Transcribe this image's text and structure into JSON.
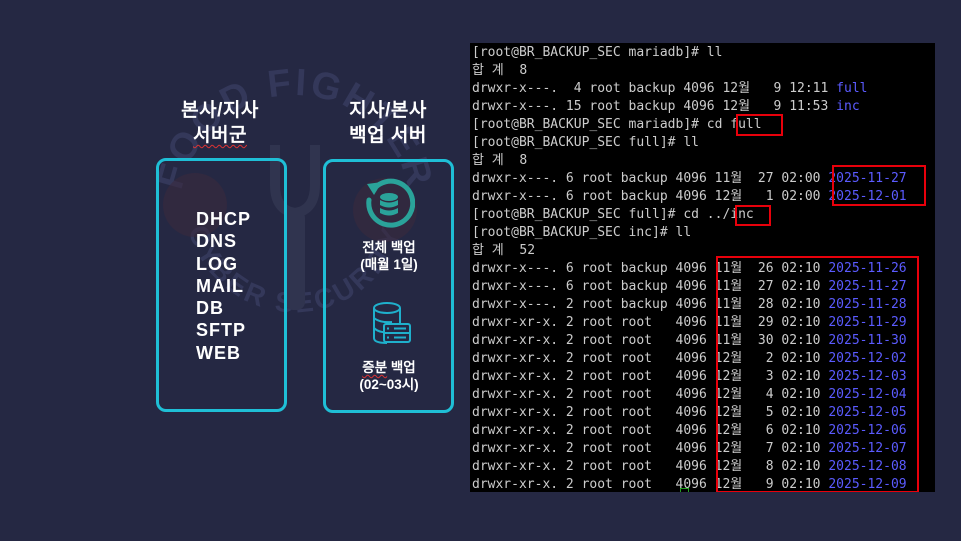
{
  "watermark": {
    "top_text": "FOOD FIGHTER",
    "bottom_text": "CYBER SECURITY"
  },
  "left_column": {
    "title_line1": "본사/지사",
    "title_line2": "서버군",
    "services": [
      "DHCP",
      "DNS",
      "LOG",
      "MAIL",
      "DB",
      "SFTP",
      "WEB"
    ]
  },
  "right_column": {
    "title_line1": "지사/본사",
    "title_line2": "백업 서버",
    "full_backup": {
      "icon": "database-refresh-icon",
      "label": "전체 백업",
      "schedule": "(매월 1일)"
    },
    "incremental_backup": {
      "icon": "database-server-icon",
      "label_prefix": "증분",
      "label_suffix": " 백업",
      "schedule": "(02~03시)"
    }
  },
  "colors": {
    "background": "#252843",
    "box_border": "#1fbfd6",
    "highlight_box": "#e8000b",
    "dir_blue": "#5b5bff",
    "terminal_text": "#cccccc"
  },
  "terminal": {
    "lines": [
      {
        "text": "[root@BR_BACKUP_SEC mariadb]# ll",
        "name": ""
      },
      {
        "text": "합 계  8",
        "name": ""
      },
      {
        "text": "drwxr-x---.  4 root backup 4096 12월   9 12:11 ",
        "name": "full"
      },
      {
        "text": "drwxr-x---. 15 root backup 4096 12월   9 11:53 ",
        "name": "inc"
      },
      {
        "text": "[root@BR_BACKUP_SEC mariadb]# cd full",
        "name": ""
      },
      {
        "text": "[root@BR_BACKUP_SEC full]# ll",
        "name": ""
      },
      {
        "text": "합 계  8",
        "name": ""
      },
      {
        "text": "drwxr-x---. 6 root backup 4096 11월  27 02:00 ",
        "name": "2025-11-27"
      },
      {
        "text": "drwxr-x---. 6 root backup 4096 12월   1 02:00 ",
        "name": "2025-12-01"
      },
      {
        "text": "[root@BR_BACKUP_SEC full]# cd ../inc",
        "name": ""
      },
      {
        "text": "[root@BR_BACKUP_SEC inc]# ll",
        "name": ""
      },
      {
        "text": "합 계  52",
        "name": ""
      },
      {
        "text": "drwxr-x---. 6 root backup 4096 11월  26 02:10 ",
        "name": "2025-11-26"
      },
      {
        "text": "drwxr-x---. 6 root backup 4096 11월  27 02:10 ",
        "name": "2025-11-27"
      },
      {
        "text": "drwxr-x---. 2 root backup 4096 11월  28 02:10 ",
        "name": "2025-11-28"
      },
      {
        "text": "drwxr-xr-x. 2 root root   4096 11월  29 02:10 ",
        "name": "2025-11-29"
      },
      {
        "text": "drwxr-xr-x. 2 root root   4096 11월  30 02:10 ",
        "name": "2025-11-30"
      },
      {
        "text": "drwxr-xr-x. 2 root root   4096 12월   2 02:10 ",
        "name": "2025-12-02"
      },
      {
        "text": "drwxr-xr-x. 2 root root   4096 12월   3 02:10 ",
        "name": "2025-12-03"
      },
      {
        "text": "drwxr-xr-x. 2 root root   4096 12월   4 02:10 ",
        "name": "2025-12-04"
      },
      {
        "text": "drwxr-xr-x. 2 root root   4096 12월   5 02:10 ",
        "name": "2025-12-05"
      },
      {
        "text": "drwxr-xr-x. 2 root root   4096 12월   6 02:10 ",
        "name": "2025-12-06"
      },
      {
        "text": "drwxr-xr-x. 2 root root   4096 12월   7 02:10 ",
        "name": "2025-12-07"
      },
      {
        "text": "drwxr-xr-x. 2 root root   4096 12월   8 02:10 ",
        "name": "2025-12-08"
      },
      {
        "text": "drwxr-xr-x. 2 root root   4096 12월   9 02:10 ",
        "name": "2025-12-09"
      }
    ]
  }
}
